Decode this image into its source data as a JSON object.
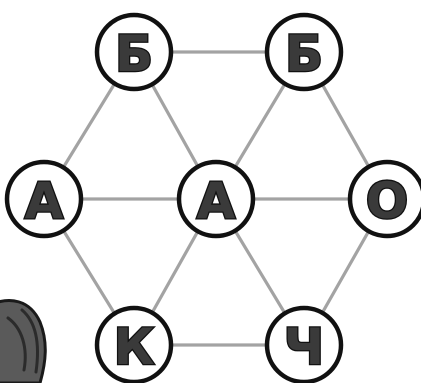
{
  "board": {
    "nodes": [
      {
        "id": "top-left",
        "letter": "Б"
      },
      {
        "id": "top-right",
        "letter": "Б"
      },
      {
        "id": "mid-left",
        "letter": "А"
      },
      {
        "id": "center",
        "letter": "А"
      },
      {
        "id": "mid-right",
        "letter": "О"
      },
      {
        "id": "bottom-left",
        "letter": "К"
      },
      {
        "id": "bottom-right",
        "letter": "Ч"
      }
    ],
    "edges": [
      [
        "top-left",
        "top-right"
      ],
      [
        "top-left",
        "mid-left"
      ],
      [
        "top-left",
        "center"
      ],
      [
        "top-right",
        "center"
      ],
      [
        "top-right",
        "mid-right"
      ],
      [
        "mid-left",
        "center"
      ],
      [
        "center",
        "mid-right"
      ],
      [
        "mid-left",
        "bottom-left"
      ],
      [
        "center",
        "bottom-left"
      ],
      [
        "center",
        "bottom-right"
      ],
      [
        "mid-right",
        "bottom-right"
      ],
      [
        "bottom-left",
        "bottom-right"
      ]
    ]
  },
  "colors": {
    "edge": "#a3a3a3",
    "node_outline": "#111111",
    "letter_fill": "#3a3a3a"
  },
  "mascot": {
    "icon": "creature-mascot-icon"
  }
}
